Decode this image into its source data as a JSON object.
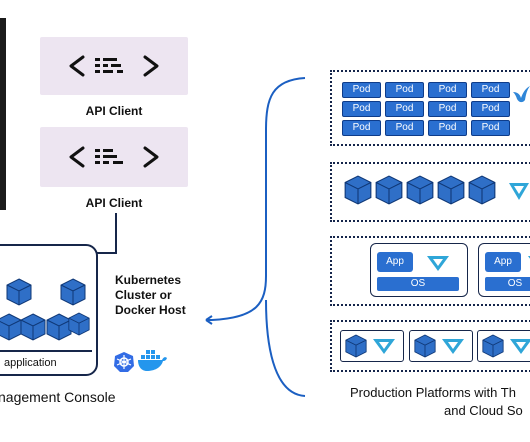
{
  "clients": [
    {
      "label": "API Client"
    },
    {
      "label": "API Client"
    }
  ],
  "console": {
    "app_label": "application",
    "caption": "nagement Console"
  },
  "cluster": {
    "line1": "Kubernetes",
    "line2": "Cluster or",
    "line3": "Docker Host"
  },
  "pods": {
    "label": "Pod",
    "rows": [
      [
        "Pod",
        "Pod",
        "Pod",
        "Pod"
      ],
      [
        "Pod",
        "Pod",
        "Pod",
        "Pod"
      ],
      [
        "Pod",
        "Pod",
        "Pod",
        "Pod"
      ]
    ]
  },
  "app_boxes": [
    {
      "app": "App",
      "os": "OS"
    },
    {
      "app": "App",
      "os": "OS"
    }
  ],
  "production": {
    "line1": "Production Platforms with Th",
    "line2": "and Cloud So"
  },
  "colors": {
    "navy": "#16264a",
    "cube_blue": "#2f6fc7",
    "accent_teal": "#2fa6d8",
    "card_lavender": "#ede5f1",
    "pod_blue": "#2a6fd0"
  }
}
